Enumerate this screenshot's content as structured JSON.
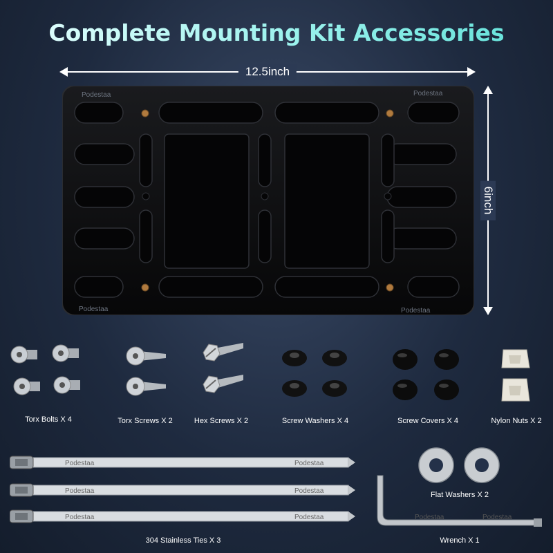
{
  "title": "Complete Mounting Kit Accessories",
  "dimensions": {
    "width": "12.5inch",
    "height": "6inch"
  },
  "brand": "Podestaa",
  "items": [
    {
      "name": "torx-bolts",
      "label": "Torx Bolts X 4",
      "quantity": 4
    },
    {
      "name": "torx-screws",
      "label": "Torx Screws X 2",
      "quantity": 2
    },
    {
      "name": "hex-screws",
      "label": "Hex Screws X 2",
      "quantity": 2
    },
    {
      "name": "screw-washers",
      "label": "Screw Washers X 4",
      "quantity": 4
    },
    {
      "name": "screw-covers",
      "label": "Screw Covers X 4",
      "quantity": 4
    },
    {
      "name": "nylon-nuts",
      "label": "Nylon Nuts X 2",
      "quantity": 2
    },
    {
      "name": "stainless-ties",
      "label": "304 Stainless Ties X 3",
      "quantity": 3
    },
    {
      "name": "flat-washers",
      "label": "Flat Washers X 2",
      "quantity": 2
    },
    {
      "name": "wrench",
      "label": "Wrench X 1",
      "quantity": 1
    }
  ],
  "colors": {
    "background": "#1e2a3f",
    "title_gradient_end": "#5fe0d8",
    "plate": "#0b0b0c"
  }
}
